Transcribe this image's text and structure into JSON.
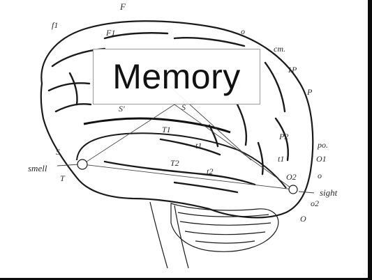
{
  "title": "Memory",
  "labels": {
    "F": "F",
    "f1": "f1",
    "F1": "F1",
    "o_top": "o",
    "cm": "cm.",
    "IP": "1P",
    "P": "P",
    "S_upper": "S",
    "S_small": "S'",
    "T1_upper": "T1",
    "S_left": "S",
    "P2": "P2",
    "po": "po.",
    "t1_mid": "t1",
    "t1_right": "t1",
    "O1": "O1",
    "smell": "smell",
    "T2": "T2",
    "o_right": "o",
    "T": "T",
    "t2": "t2",
    "O2": "O2",
    "sight": "sight",
    "o2": "o2",
    "O": "O"
  },
  "colors": {
    "ink": "#1a1a1a",
    "background": "#ffffff",
    "frame": "#0a0a0a"
  }
}
